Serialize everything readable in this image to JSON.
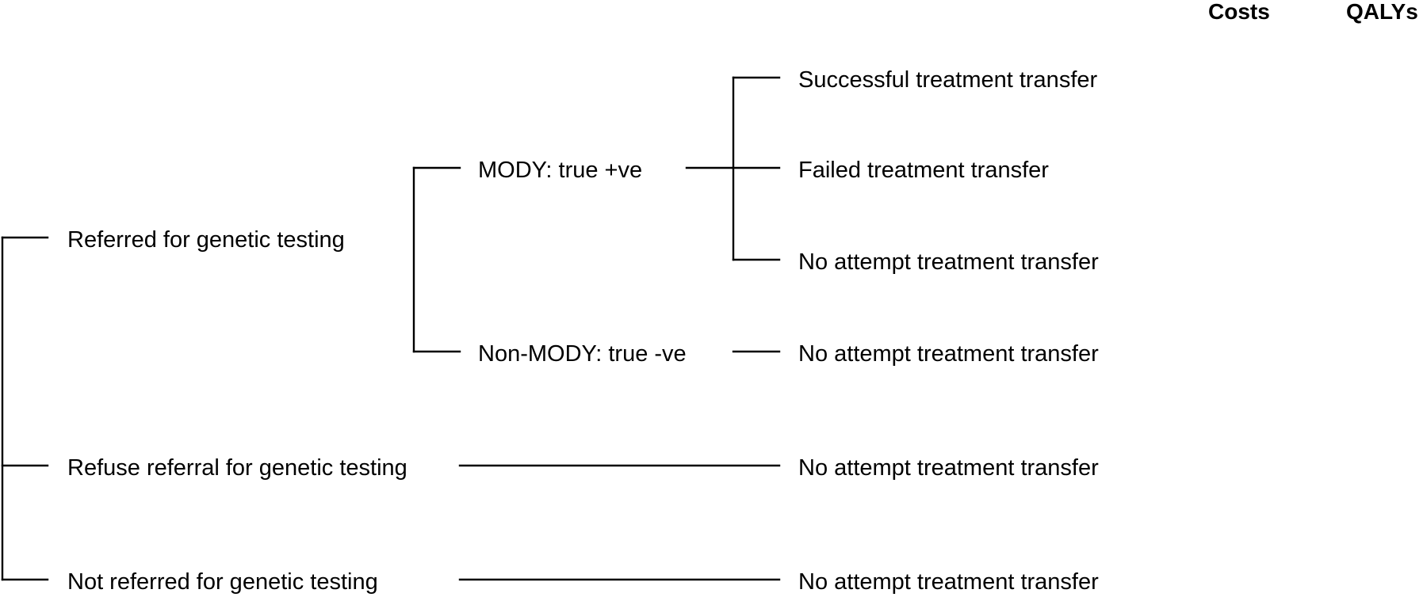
{
  "headers": {
    "costs": "Costs",
    "qalys": "QALYs"
  },
  "branches": {
    "referred": "Referred for genetic testing",
    "refuse": "Refuse referral for genetic testing",
    "not_referred": "Not referred for genetic testing"
  },
  "results": {
    "mody": "MODY: true +ve",
    "non_mody": "Non-MODY: true -ve"
  },
  "outcomes": {
    "successful": "Successful treatment transfer",
    "failed": "Failed treatment transfer",
    "no_attempt_mody": "No attempt treatment transfer",
    "no_attempt_non_mody": "No attempt treatment transfer",
    "no_attempt_refuse": "No attempt treatment transfer",
    "no_attempt_not_referred": "No attempt treatment transfer"
  }
}
